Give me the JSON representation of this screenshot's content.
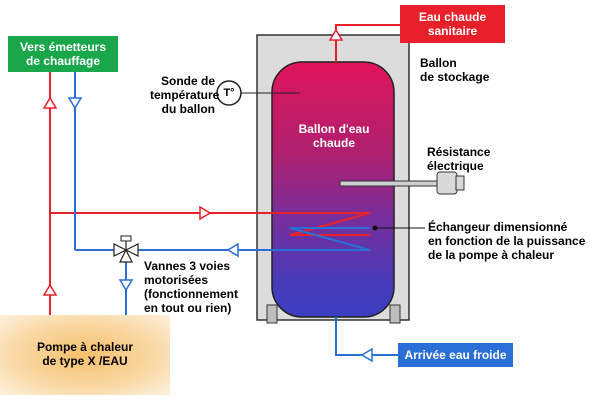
{
  "diagram": {
    "labels": {
      "eau_chaude_sanitaire": [
        "Eau chaude",
        "sanitaire"
      ],
      "vers_emetteurs": [
        "Vers émetteurs",
        "de chauffage"
      ],
      "ballon_stockage": [
        "Ballon",
        "de stockage"
      ],
      "sonde": [
        "Sonde de",
        "température",
        "du ballon"
      ],
      "thermo_symbol": "T°",
      "ballon_eau_chaude": [
        "Ballon d'eau",
        "chaude"
      ],
      "resistance": [
        "Résistance",
        "électrique"
      ],
      "echangeur": [
        "Échangeur dimensionné",
        "en fonction de la puissance",
        "de la pompe à chaleur"
      ],
      "vannes": [
        "Vannes 3 voies",
        "motorisées",
        "(fonctionnement",
        "en tout ou rien)"
      ],
      "pompe": [
        "Pompe à chaleur",
        "de type X /EAU"
      ],
      "arrivee_eau_froide": "Arrivée eau froide"
    },
    "colors": {
      "hot_pipe": "#e8202a",
      "cold_pipe": "#2a6fd6",
      "green_box": "#1aa64a",
      "red_box": "#e8202a",
      "blue_box": "#2a6fd6",
      "tank_outer": "#dcdcdc"
    }
  }
}
